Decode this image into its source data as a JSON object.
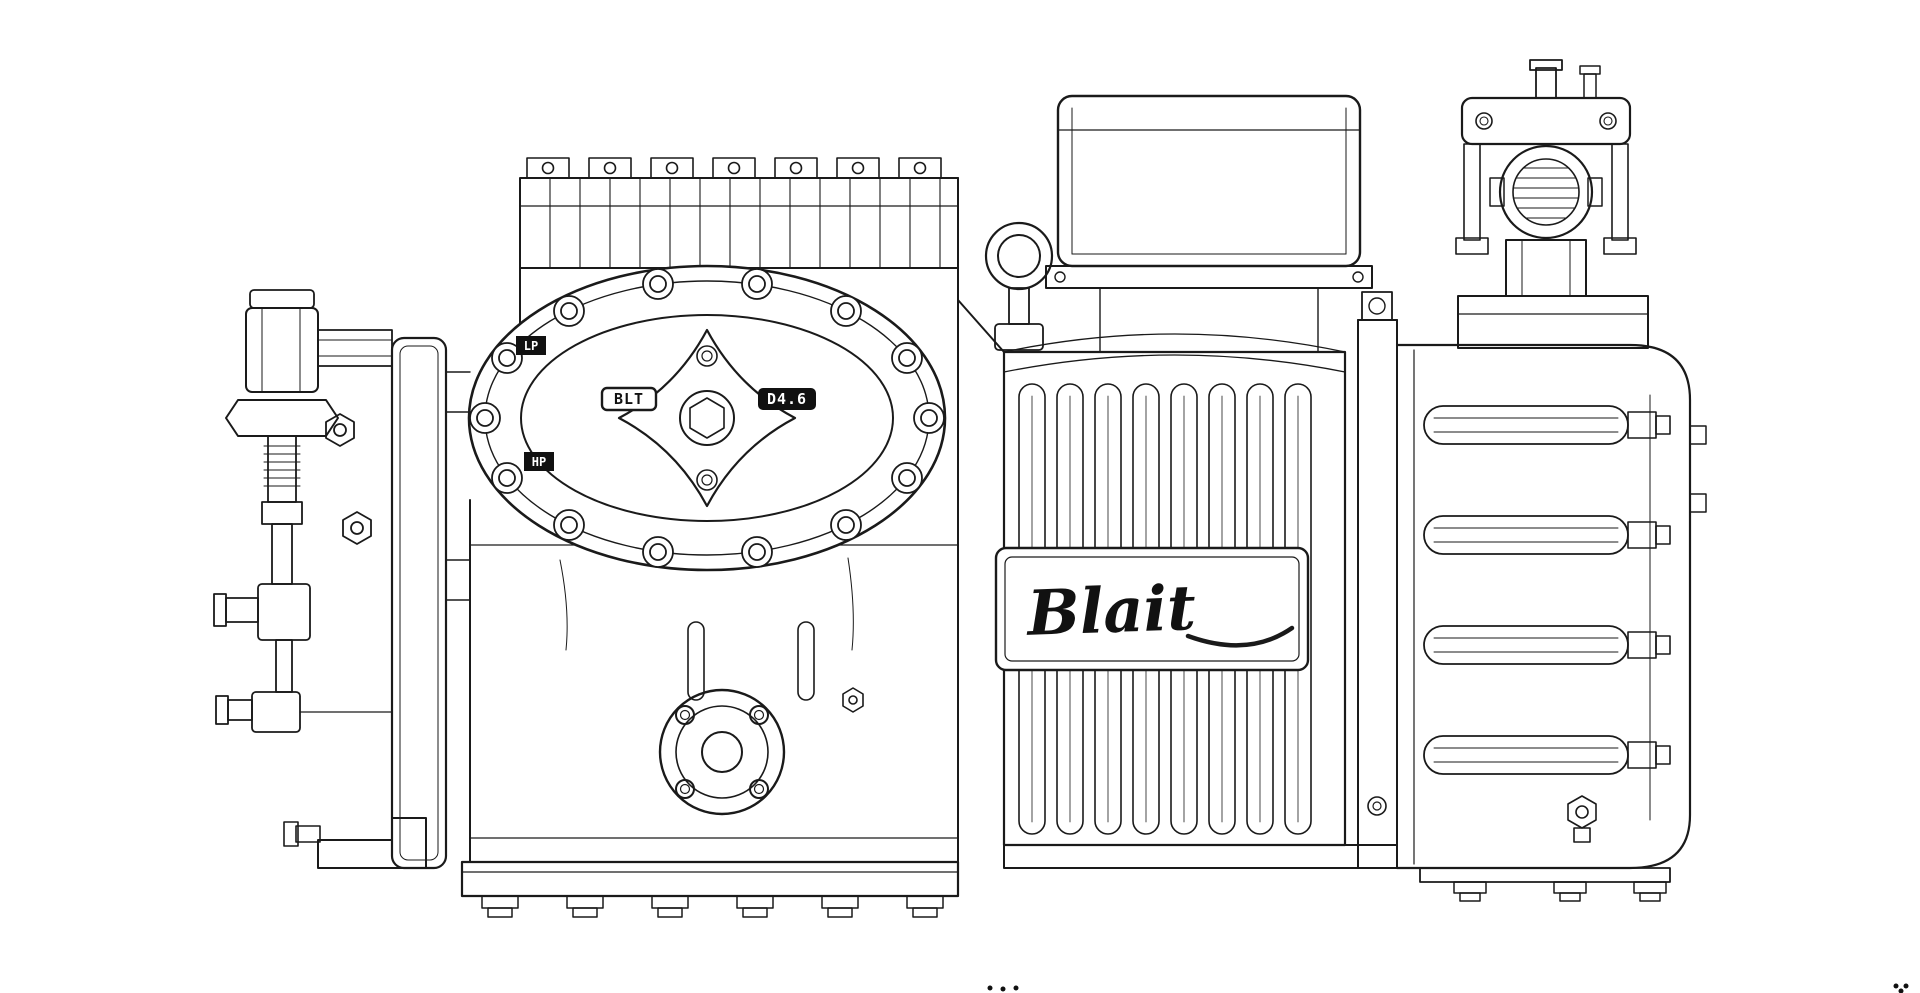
{
  "scene": {
    "background_color": "#ffffff",
    "line_color": "#1a1a1a"
  },
  "head_plate": {
    "tag_blt": "BLT",
    "tag_model": "D4.6",
    "port_lp": "LP",
    "port_hp": "HP"
  },
  "nameplate": {
    "logo_text": "Blait"
  }
}
